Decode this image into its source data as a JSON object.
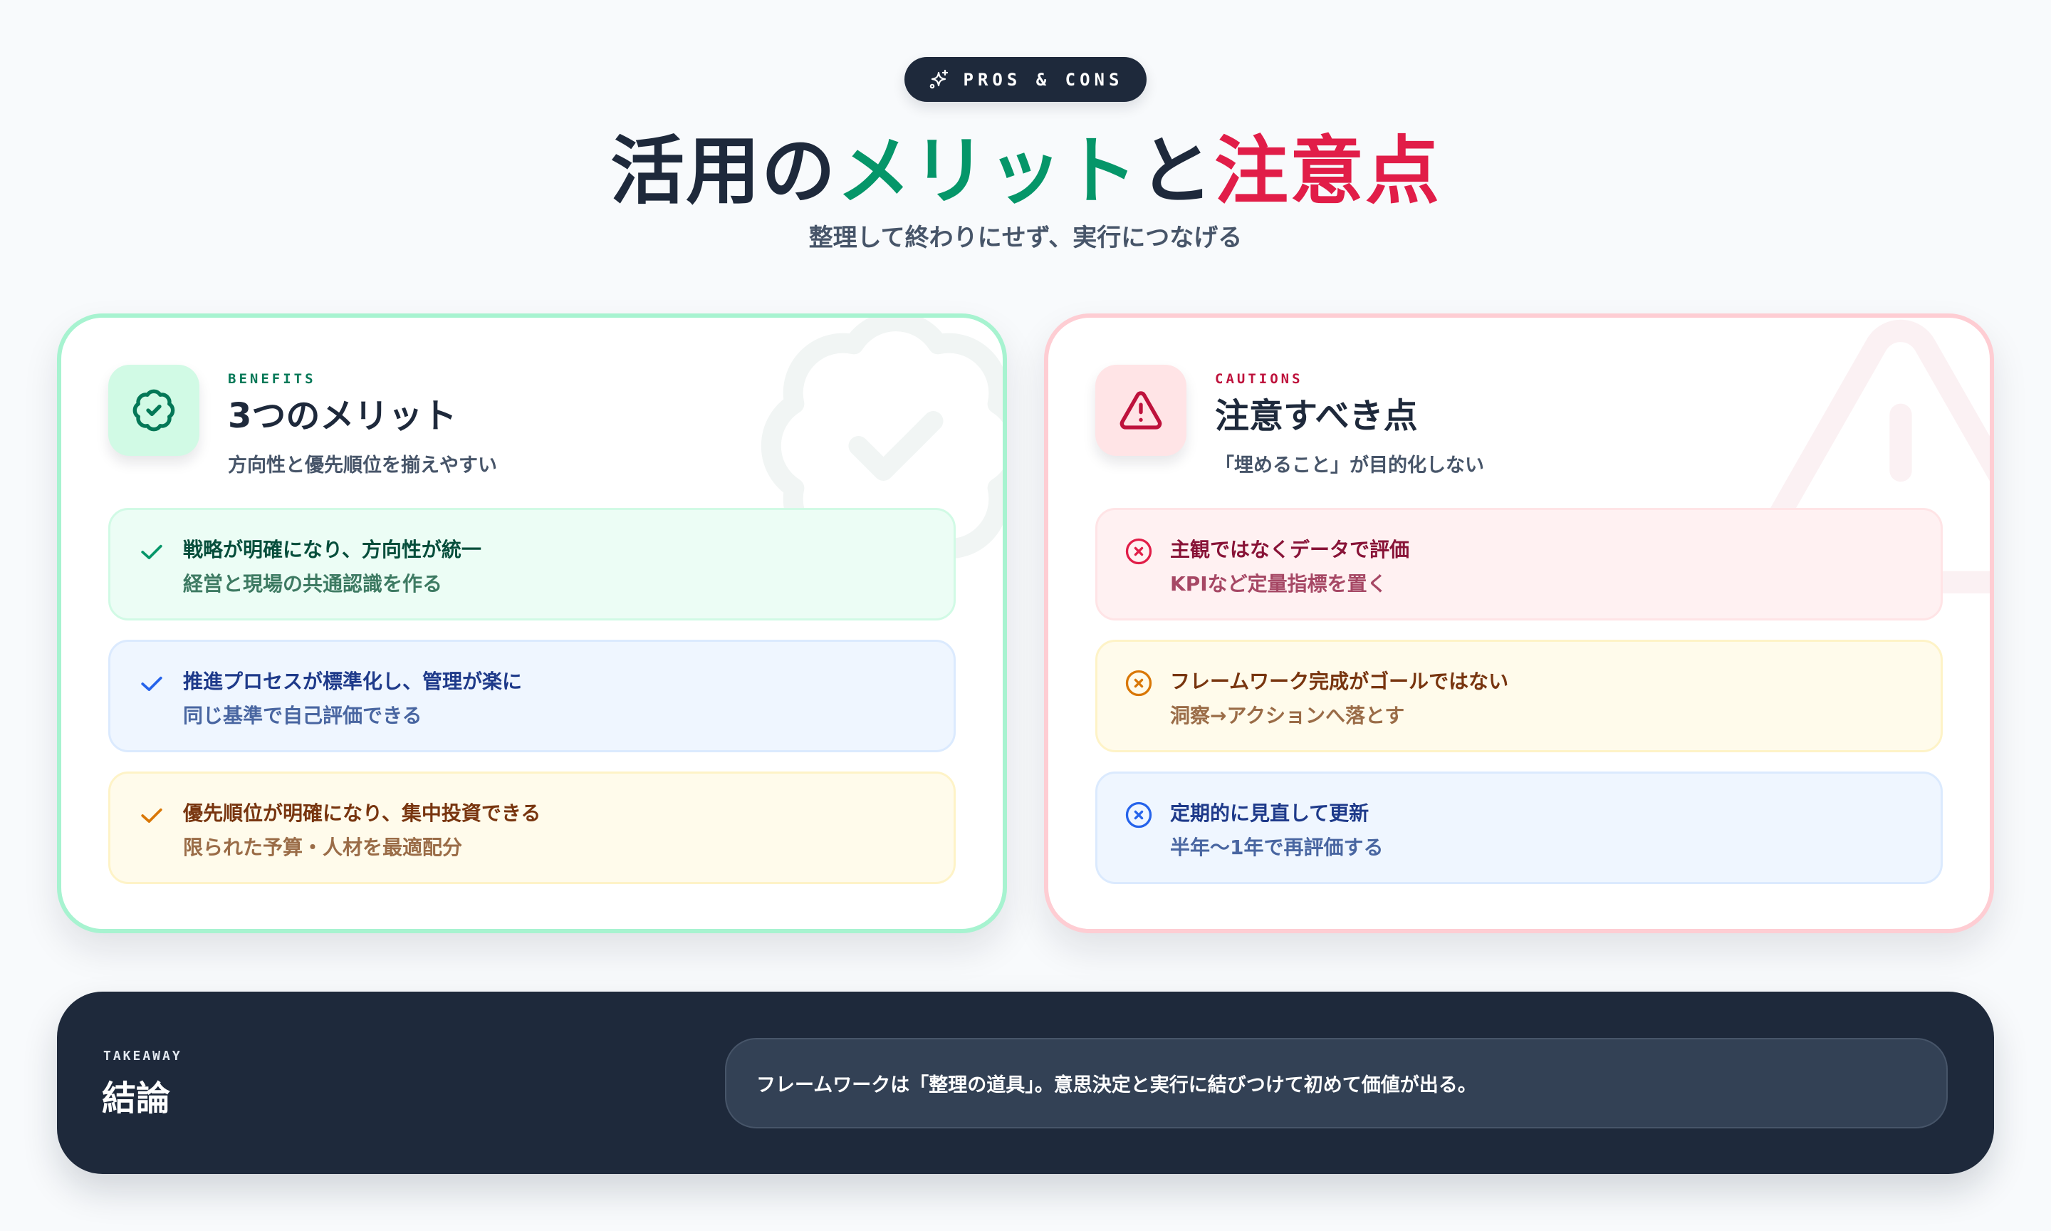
{
  "header": {
    "badge_icon": "sparkles-icon",
    "badge_label": "PROS & CONS",
    "title_part1": "活用の",
    "title_part2": "メリット",
    "title_part3": "と",
    "title_part4": "注意点",
    "subtitle": "整理して終わりにせず、実行につなげる"
  },
  "colors": {
    "background": "#f8fafc",
    "dark": "#1e293b",
    "accent_green": "#059669",
    "accent_red": "#e11d48",
    "benefits_border": "#a7f3d0",
    "cautions_border": "#fecdd3"
  },
  "benefits": {
    "icon": "badge-check-icon",
    "eyebrow": "BENEFITS",
    "title": "3つのメリット",
    "subtitle": "方向性と優先順位を揃えやすい",
    "items": [
      {
        "icon": "check-icon",
        "tone": "green",
        "title": "戦略が明確になり、方向性が統一",
        "desc": "経営と現場の共通認識を作る"
      },
      {
        "icon": "check-icon",
        "tone": "blue",
        "title": "推進プロセスが標準化し、管理が楽に",
        "desc": "同じ基準で自己評価できる"
      },
      {
        "icon": "check-icon",
        "tone": "amber",
        "title": "優先順位が明確になり、集中投資できる",
        "desc": "限られた予算・人材を最適配分"
      }
    ]
  },
  "cautions": {
    "icon": "warning-triangle-icon",
    "eyebrow": "CAUTIONS",
    "title": "注意すべき点",
    "subtitle": "「埋めること」が目的化しない",
    "items": [
      {
        "icon": "x-circle-icon",
        "tone": "rose",
        "title": "主観ではなくデータで評価",
        "desc": "KPIなど定量指標を置く"
      },
      {
        "icon": "x-circle-icon",
        "tone": "amber",
        "title": "フレームワーク完成がゴールではない",
        "desc": "洞察→アクションへ落とす"
      },
      {
        "icon": "x-circle-icon",
        "tone": "blue",
        "title": "定期的に見直して更新",
        "desc": "半年〜1年で再評価する"
      }
    ]
  },
  "takeaway": {
    "eyebrow": "TAKEAWAY",
    "title": "結論",
    "message": "フレームワークは「整理の道具」。意思決定と実行に結びつけて初めて価値が出る。"
  }
}
